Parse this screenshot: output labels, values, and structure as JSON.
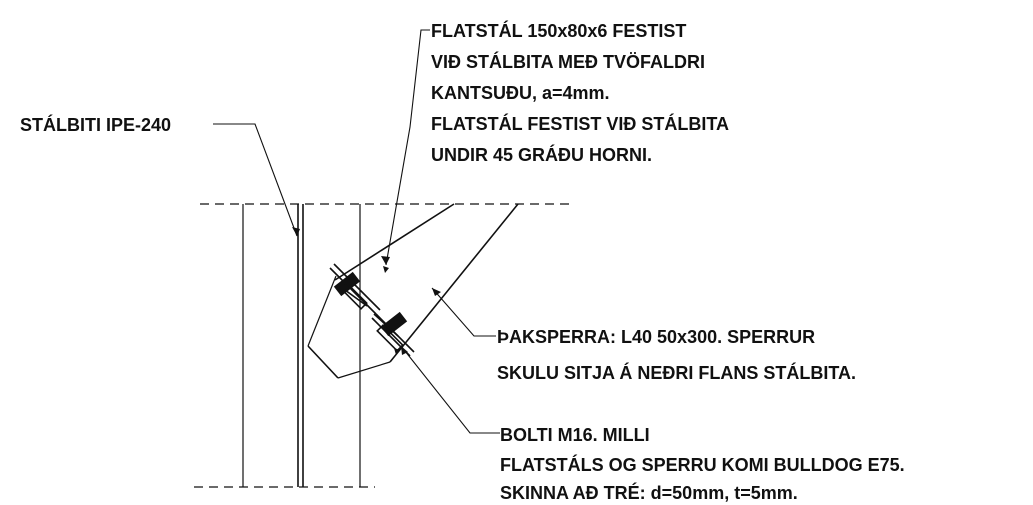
{
  "notes": {
    "flat_steel": [
      "FLATSTÁL 150x80x6 FESTIST",
      "VIÐ STÁLBITA MEÐ TVÖFALDRI",
      "KANTSUÐU, a=4mm.",
      "FLATSTÁL FESTIST VIÐ STÁLBITA",
      "UNDIR 45 GRÁÐU HORNI."
    ],
    "steel_beam": "STÁLBITI IPE-240",
    "rafter": [
      "ÞAKSPERRA: L40 50x300. SPERRUR",
      "SKULU SITJA Á NEÐRI FLANS STÁLBITA."
    ],
    "bolt": [
      "BOLTI M16. MILLI",
      "FLATSTÁLS OG SPERRU KOMI BULLDOG E75.",
      "SKINNA AÐ TRÉ: d=50mm, t=5mm."
    ]
  },
  "colors": {
    "line": "#111111",
    "background": "#ffffff"
  }
}
